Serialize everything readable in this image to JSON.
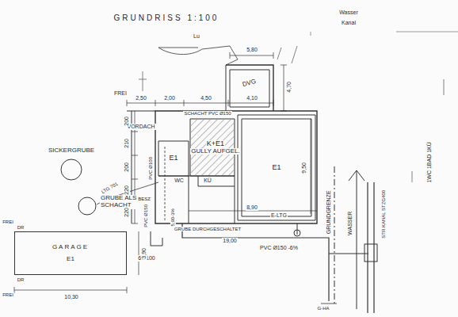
{
  "diagram": {
    "title": "GRUNDRISS 1:100",
    "nodes": [
      {
        "text": [
          "SICKERGRUBE"
        ]
      },
      {
        "text": [
          "E1"
        ]
      },
      {
        "text": [
          "K+E1",
          "GULLY AUFGEL."
        ]
      },
      {
        "text": [
          "E1"
        ]
      },
      {
        "text": [
          "GRUBE ALS SCHACHT"
        ]
      },
      {
        "text": [
          "GARAGE",
          "E1"
        ]
      }
    ],
    "labels": [
      "Lu",
      "5,80",
      "DVG",
      "FREI",
      "2,50",
      "2,00",
      "4,50",
      "4,10",
      "4,70",
      "VORDACH",
      "SCHACHT PVC Ø150",
      "200",
      "210",
      "PVC Ø100",
      "200",
      "LTG 701",
      "220",
      "BESZ",
      "WC",
      "KÜ",
      "220",
      "PVC Ø150",
      "5,90-3%",
      "8,90",
      "E-LTG",
      "GRUBE DURCHGESCHALTET",
      "19,00",
      "PVC Ø150 -6%",
      "60/100",
      "3,90",
      "FREI",
      "DR",
      "DR",
      "10,30",
      "FREI",
      "GRUNDGRENZE",
      "WASSER",
      "STR.KANAL STZG400",
      "G-HA",
      "1WC 1BAD 1KÜ",
      "Wasser",
      "Kanal",
      "9,50"
    ]
  }
}
